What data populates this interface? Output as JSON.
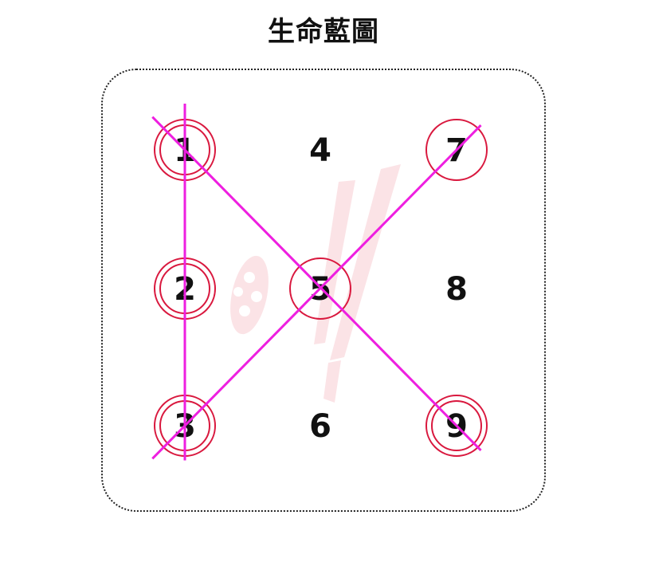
{
  "title": "生命藍圖",
  "cells": [
    {
      "label": "1",
      "row": 1,
      "col": 1,
      "circles": 2
    },
    {
      "label": "2",
      "row": 2,
      "col": 1,
      "circles": 2
    },
    {
      "label": "3",
      "row": 3,
      "col": 1,
      "circles": 2
    },
    {
      "label": "4",
      "row": 1,
      "col": 2,
      "circles": 0
    },
    {
      "label": "5",
      "row": 2,
      "col": 2,
      "circles": 1
    },
    {
      "label": "6",
      "row": 3,
      "col": 2,
      "circles": 0
    },
    {
      "label": "7",
      "row": 1,
      "col": 3,
      "circles": 1
    },
    {
      "label": "8",
      "row": 2,
      "col": 3,
      "circles": 0
    },
    {
      "label": "9",
      "row": 3,
      "col": 3,
      "circles": 2
    }
  ],
  "lines": [
    {
      "name": "line-1-5-9",
      "from": "1",
      "to": "9"
    },
    {
      "name": "line-3-5-7",
      "from": "3",
      "to": "7"
    },
    {
      "name": "line-1-2-3",
      "from": "1",
      "to": "3"
    }
  ],
  "colors": {
    "circle": "#d9183e",
    "line": "#ee1fe0",
    "watermark": "#fbe3e6",
    "text": "#111111"
  },
  "watermark_icon": "film-reel-brush-logo"
}
